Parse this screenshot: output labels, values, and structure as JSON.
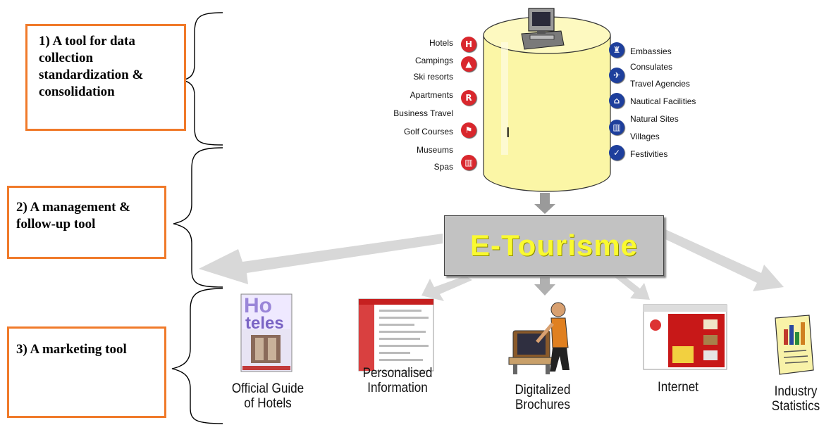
{
  "left_boxes": [
    {
      "text": "1) A tool for data collection standardization & consolidation"
    },
    {
      "text": "2) A management & follow-up tool"
    },
    {
      "text": "3)  A  marketing tool"
    }
  ],
  "center_title": "E-Tourisme",
  "db_letter": "I",
  "left_categories": [
    {
      "label": "Hotels",
      "icon": "H"
    },
    {
      "label": "Campings",
      "icon": "▲"
    },
    {
      "label": "Ski resorts",
      "icon": ""
    },
    {
      "label": "Apartments",
      "icon": "R"
    },
    {
      "label": "Business Travel",
      "icon": ""
    },
    {
      "label": "Golf Courses",
      "icon": "⚑"
    },
    {
      "label": "Museums",
      "icon": "▥"
    },
    {
      "label": "Spas",
      "icon": ""
    }
  ],
  "right_categories": [
    {
      "label": "Embassies",
      "icon": "♜"
    },
    {
      "label": "Consulates",
      "icon": "✈"
    },
    {
      "label": "Travel Agencies",
      "icon": ""
    },
    {
      "label": "Nautical Facilities",
      "icon": "⌂"
    },
    {
      "label": "Natural Sites",
      "icon": "▥"
    },
    {
      "label": "Villages",
      "icon": ""
    },
    {
      "label": "Festivities",
      "icon": "✓"
    }
  ],
  "outputs": [
    {
      "label": "Official Guide of Hotels",
      "icon": "hotel-guide-book-icon"
    },
    {
      "label": "Personalised Information",
      "icon": "web-page-icon"
    },
    {
      "label": "Digitalized Brochures",
      "icon": "person-at-computer-icon"
    },
    {
      "label": "Internet",
      "icon": "website-icon"
    },
    {
      "label": "Industry Statistics",
      "icon": "statistics-report-icon"
    }
  ],
  "guide_book_title": [
    "Ho",
    "teles"
  ],
  "colors": {
    "box_border": "#f07a2a",
    "red_icon": "#d9272d",
    "blue_icon": "#1e3f9c",
    "title_yellow": "#fafa30",
    "db_yellow": "#fbf6a6",
    "arrow_gray": "#d8d8d8"
  }
}
